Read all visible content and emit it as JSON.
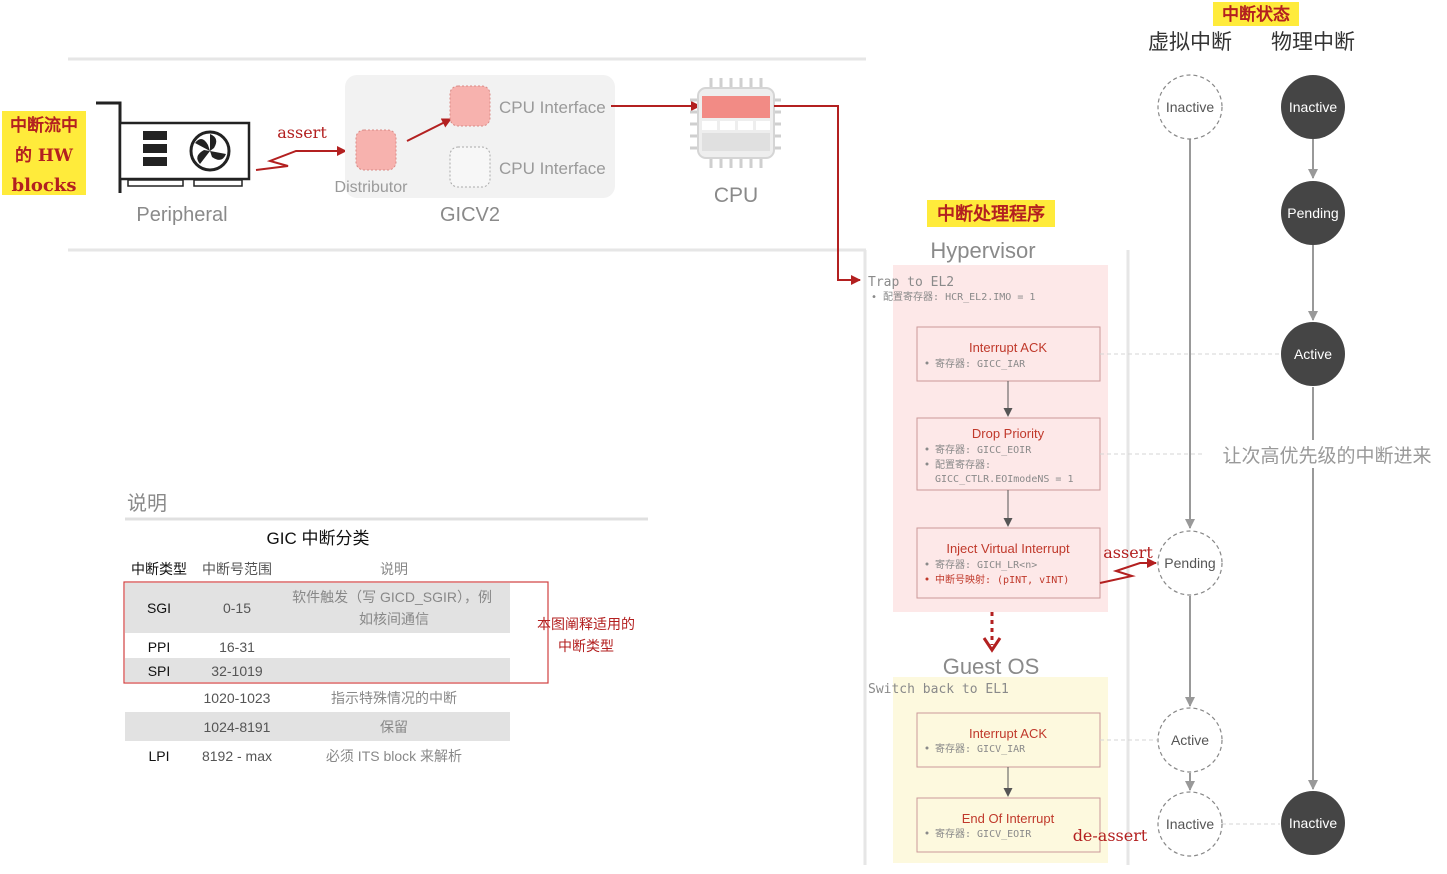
{
  "colors": {
    "accent_red": "#b32020",
    "node_dark": "#454545",
    "highlight_yellow": "#ffeb3b",
    "hypervisor_bg": "#fde8e8",
    "guest_bg": "#fdf9de",
    "gic_bg": "#f2f2f2",
    "pink_block": "#f7b2ae"
  },
  "labels": {
    "hw_blocks": [
      "中断流中",
      "的 HW",
      "blocks"
    ],
    "assert": "assert",
    "peripheral": "Peripheral",
    "distributor": "Distributor",
    "cpu_interface_1": "CPU Interface",
    "cpu_interface_2": "CPU Interface",
    "gicv2": "GICV2",
    "cpu": "CPU",
    "handler_title": "中断处理程序",
    "hypervisor": "Hypervisor",
    "trap": "Trap to EL2",
    "trap_note": "• 配置寄存器: HCR_EL2.IMO = 1",
    "guest_os": "Guest OS",
    "switch_back": "Switch back to EL1",
    "assert2": "assert",
    "deassert": "de-assert",
    "state_title": "中断状态",
    "virtual_col": "虚拟中断",
    "physical_col": "物理中断",
    "let_next": "让次高优先级的中断进来"
  },
  "hyp_boxes": [
    {
      "title": "Interrupt ACK",
      "lines": [
        "寄存器: GICC_IAR"
      ]
    },
    {
      "title": "Drop Priority",
      "lines": [
        "寄存器: GICC_EOIR",
        "配置寄存器:",
        "GICC_CTLR.EOImodeNS = 1"
      ]
    },
    {
      "title": "Inject Virtual Interrupt",
      "lines": [
        "寄存器: GICH_LR<n>",
        "中断号映射: (pINT, vINT)"
      ]
    }
  ],
  "guest_boxes": [
    {
      "title": "Interrupt ACK",
      "lines": [
        "寄存器: GICV_IAR"
      ]
    },
    {
      "title": "End Of Interrupt",
      "lines": [
        "寄存器: GICV_EOIR"
      ]
    }
  ],
  "virtual_states": [
    "Inactive",
    "Pending",
    "Active",
    "Inactive"
  ],
  "physical_states": [
    "Inactive",
    "Pending",
    "Active",
    "Inactive"
  ],
  "legend": {
    "heading": "说明",
    "table_title": "GIC 中断分类",
    "headers": [
      "中断类型",
      "中断号范围",
      "说明"
    ],
    "rows": [
      {
        "type": "SGI",
        "range": "0-15",
        "desc": "软件触发（写 GICD_SGIR），例如核间通信"
      },
      {
        "type": "PPI",
        "range": "16-31",
        "desc": ""
      },
      {
        "type": "SPI",
        "range": "32-1019",
        "desc": ""
      },
      {
        "type": "",
        "range": "1020-1023",
        "desc": "指示特殊情况的中断"
      },
      {
        "type": "",
        "range": "1024-8191",
        "desc": "保留"
      },
      {
        "type": "LPI",
        "range": "8192 - max",
        "desc": "必须 ITS block 来解析"
      }
    ],
    "note": [
      "本图阐释适用的",
      "中断类型"
    ]
  }
}
